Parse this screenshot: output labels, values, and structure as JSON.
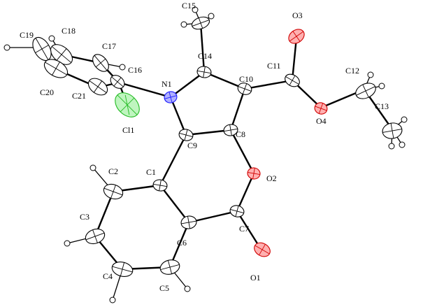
{
  "labels": {
    "C15": "C15",
    "O3": "O3",
    "C19": "C19",
    "C18": "C18",
    "C17": "C17",
    "C16": "C16",
    "C14": "C14",
    "C11": "C11",
    "C12": "C12",
    "N1": "N1",
    "C10": "C10",
    "C20": "C20",
    "C21": "C21",
    "O4": "O4",
    "C13": "C13",
    "Cl1": "Cl1",
    "C8": "C8",
    "C9": "C9",
    "C2": "C2",
    "C1": "C1",
    "O2": "O2",
    "C3": "C3",
    "C6": "C6",
    "C7": "C7",
    "C4": "C4",
    "C5": "C5",
    "O1": "O1"
  },
  "atom_colors": {
    "carbon": "#ffffff",
    "nitrogen": "#1a1aff",
    "oxygen": "#ff2020",
    "chlorine": "#22dd22",
    "hydrogen": "#ffffff"
  }
}
